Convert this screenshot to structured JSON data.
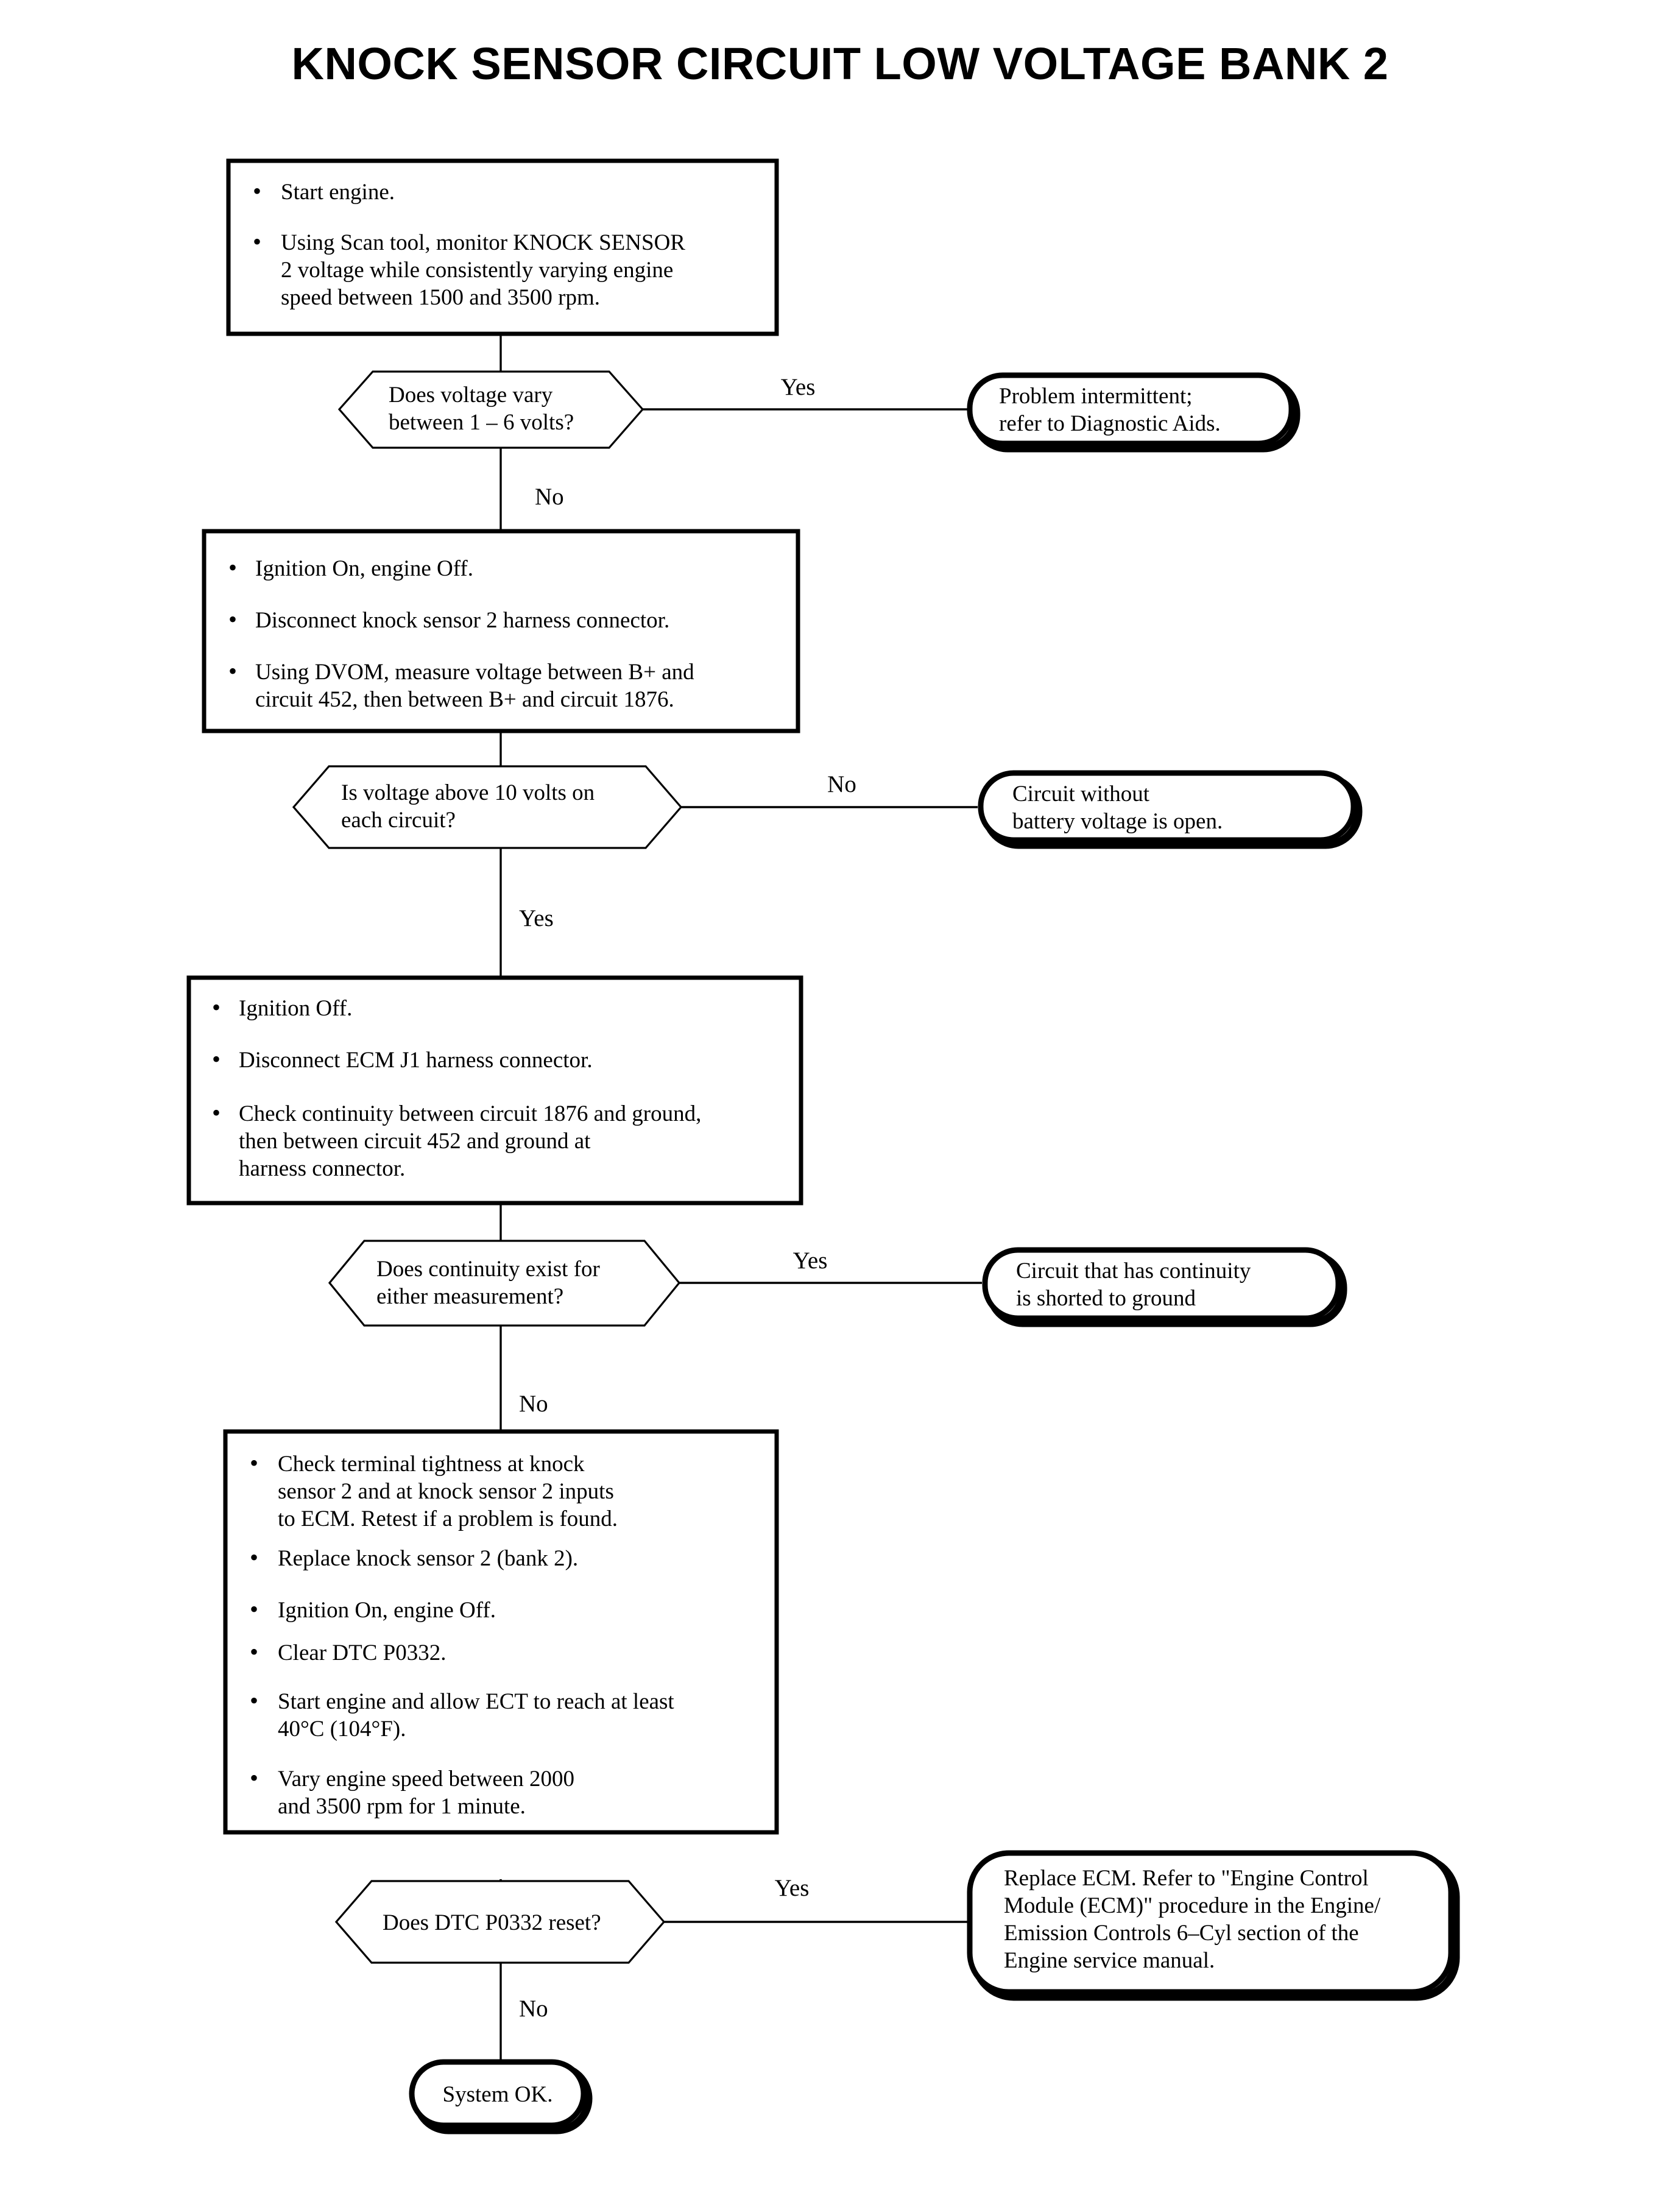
{
  "document": {
    "title": "KNOCK SENSOR CIRCUIT LOW VOLTAGE BANK 2",
    "type": "diagnostic-flowchart"
  },
  "steps": {
    "step1": {
      "name": "start-engine-monitor-step",
      "bullets": [
        [
          "Start engine."
        ],
        [
          "Using Scan tool, monitor KNOCK SENSOR",
          "2 voltage while consistently varying engine",
          "speed between 1500 and 3500 rpm."
        ]
      ]
    },
    "step2": {
      "name": "measure-voltage-step",
      "bullets": [
        [
          "Ignition On, engine Off."
        ],
        [
          "Disconnect knock sensor 2 harness connector."
        ],
        [
          "Using DVOM, measure voltage between B+ and",
          "circuit 452, then between B+ and circuit 1876."
        ]
      ]
    },
    "step3": {
      "name": "check-continuity-step",
      "bullets": [
        [
          "Ignition Off."
        ],
        [
          "Disconnect ECM J1 harness connector."
        ],
        [
          "Check continuity between circuit 1876 and ground,",
          "then between circuit 452 and ground at",
          "harness connector."
        ]
      ]
    },
    "step4": {
      "name": "replace-sensor-retest-step",
      "bullets": [
        [
          "Check terminal tightness at knock",
          "sensor 2 and at knock sensor 2 inputs",
          "to ECM. Retest if a problem is found."
        ],
        [
          "Replace knock sensor 2 (bank 2)."
        ],
        [
          "Ignition On, engine Off."
        ],
        [
          "Clear DTC P0332."
        ],
        [
          "Start engine and allow ECT to reach at least",
          "40°C (104°F)."
        ],
        [
          "Vary engine speed between 2000",
          "and 3500 rpm for 1 minute."
        ]
      ]
    }
  },
  "decisions": {
    "decision1": {
      "name": "voltage-vary-decision",
      "lines": [
        "Does voltage vary",
        "between 1 – 6 volts?"
      ],
      "branch_right": "Yes",
      "branch_down": "No"
    },
    "decision2": {
      "name": "voltage-above-10-decision",
      "lines": [
        "Is voltage above 10 volts on",
        "each circuit?"
      ],
      "branch_right": "No",
      "branch_down": "Yes"
    },
    "decision3": {
      "name": "continuity-exists-decision",
      "lines": [
        "Does continuity exist for",
        "either measurement?"
      ],
      "branch_right": "Yes",
      "branch_down": "No"
    },
    "decision4": {
      "name": "dtc-reset-decision",
      "lines": [
        "Does DTC P0332 reset?"
      ],
      "branch_right": "Yes",
      "branch_down": "No"
    }
  },
  "terminals": {
    "terminal1": {
      "name": "problem-intermittent-terminal",
      "lines": [
        "Problem intermittent;",
        "refer to Diagnostic Aids."
      ]
    },
    "terminal2": {
      "name": "circuit-open-terminal",
      "lines": [
        "Circuit without",
        "battery voltage is open."
      ]
    },
    "terminal3": {
      "name": "shorted-to-ground-terminal",
      "lines": [
        "Circuit that has continuity",
        "is shorted to ground"
      ]
    },
    "terminal4": {
      "name": "replace-ecm-terminal",
      "lines": [
        "Replace ECM. Refer to \"Engine Control",
        "Module (ECM)\" procedure in the Engine/",
        "Emission Controls 6–Cyl section of the",
        "Engine service manual."
      ]
    },
    "terminal5": {
      "name": "system-ok-terminal",
      "lines": [
        "System OK."
      ]
    }
  },
  "colors": {
    "ink": "#000000",
    "paper": "#ffffff"
  }
}
